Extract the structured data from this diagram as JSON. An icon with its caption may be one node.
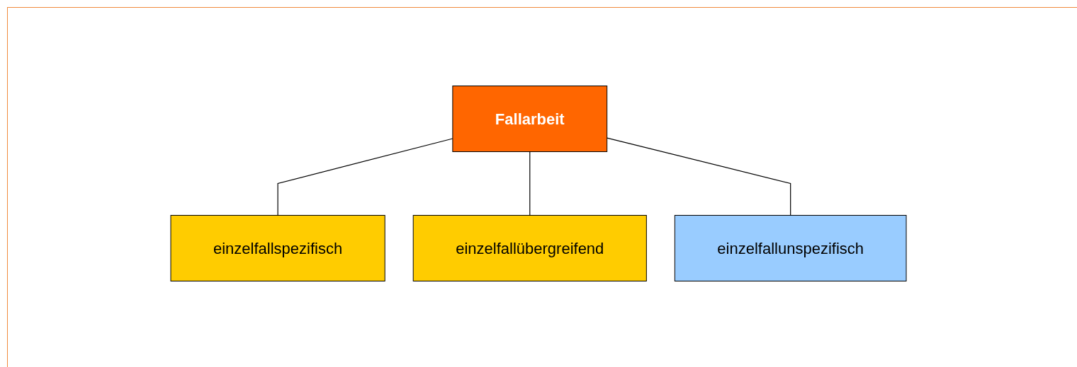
{
  "diagram": {
    "nodes": [
      {
        "text": [
          "Fallarbeit"
        ]
      },
      {
        "text": [
          "einzelfallspezifisch"
        ]
      },
      {
        "text": [
          "einzelfallübergreifend"
        ]
      },
      {
        "text": [
          "einzelfallunspezifisch"
        ]
      }
    ],
    "edges": [
      {
        "from": 0,
        "to": 1,
        "arrow": "none"
      },
      {
        "from": 0,
        "to": 2,
        "arrow": "none"
      },
      {
        "from": 0,
        "to": 3,
        "arrow": "none"
      }
    ]
  }
}
